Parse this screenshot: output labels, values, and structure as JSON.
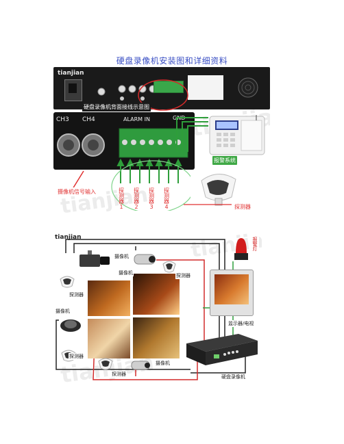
{
  "document": {
    "title": "硬盘录像机安装图和详细资料"
  },
  "figure1": {
    "brand_logo": "tianjian",
    "caption_back_panel": "硬盘录像机背面接线示意图",
    "connector_labels": [
      "CH3",
      "CH4",
      "ALARM IN",
      "GND"
    ],
    "alarm_system_label": "报警系统",
    "camera_input_label": "摄像机信号输入",
    "detector_label": "探测器",
    "detector_columns": [
      {
        "text": "探测器",
        "num": "1"
      },
      {
        "text": "探测器",
        "num": "2"
      },
      {
        "text": "探测器",
        "num": "3"
      },
      {
        "text": "探测器",
        "num": "4"
      }
    ]
  },
  "figure2": {
    "brand_logo": "tianjian",
    "labels": {
      "camera_top_left": "摄像机",
      "camera_top_mid": "摄像机",
      "detector_top": "探测器",
      "detector_left": "探测器",
      "camera_dome": "摄像机",
      "detector_bottom_left": "探测器",
      "detector_bottom_mid": "探测器",
      "camera_bottom": "摄像机",
      "alarm_light": "报警灯",
      "monitor": "监示器/电视",
      "dvr": "硬盘录像机"
    }
  },
  "colors": {
    "title": "#3a4fc4",
    "wire_green": "#2e9e3a",
    "wire_red": "#d22a2a",
    "tag_green": "#3fa845",
    "annotation_pink": "#e03030"
  }
}
